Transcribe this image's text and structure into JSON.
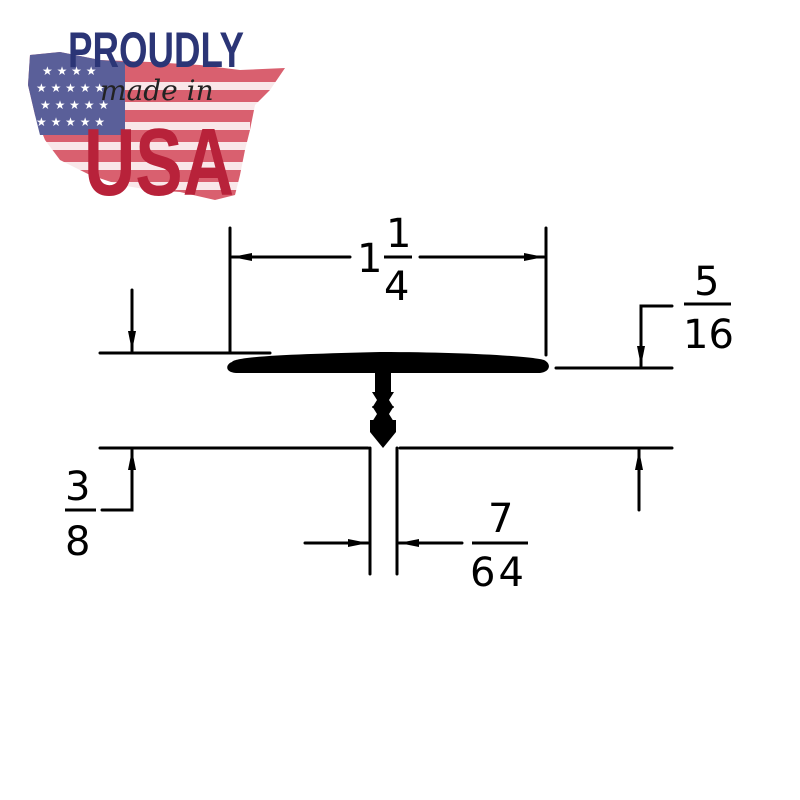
{
  "logo": {
    "line1": "PROUDLY",
    "line2": "made in",
    "line3": "USA",
    "colors": {
      "blue": "#2b3576",
      "red": "#b8223a",
      "flag_blue": "#5a5f99",
      "flag_red": "#d9606f"
    }
  },
  "diagram": {
    "subject": "T-molding profile cross-section",
    "dimensions": {
      "width": {
        "whole": "1",
        "numerator": "1",
        "denominator": "4"
      },
      "cap_thickness": {
        "numerator": "5",
        "denominator": "16"
      },
      "stem_depth": {
        "numerator": "3",
        "denominator": "8"
      },
      "stem_width": {
        "numerator": "7",
        "denominator": "64"
      }
    }
  }
}
